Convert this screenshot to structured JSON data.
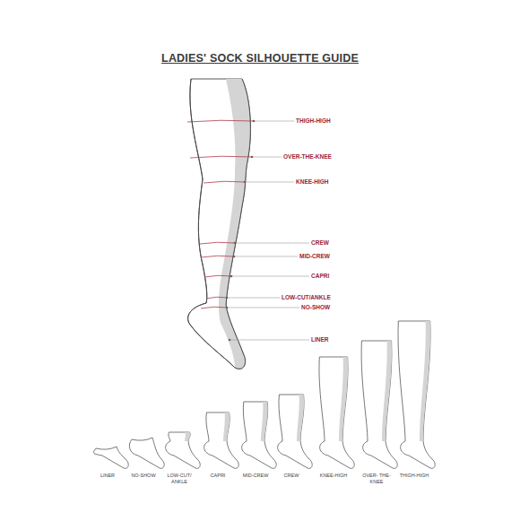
{
  "diagram": {
    "title": "LADIES' SOCK SILHOUETTE GUIDE",
    "labels": [
      "THIGH-HIGH",
      "OVER-THE-KNEE",
      "KNEE-HIGH",
      "CREW",
      "MID-CREW",
      "CAPRI",
      "LOW-CUT/ANKLE",
      "NO-SHOW",
      "LINER",
      "LINER",
      "NO-SHOW",
      "LOW-CUT/ ANKLE",
      "CAPRI",
      "MID-CREW",
      "CREW",
      "KNEE-HIGH",
      "OVER- THE-KNEE",
      "THIGH-HIGH"
    ]
  }
}
